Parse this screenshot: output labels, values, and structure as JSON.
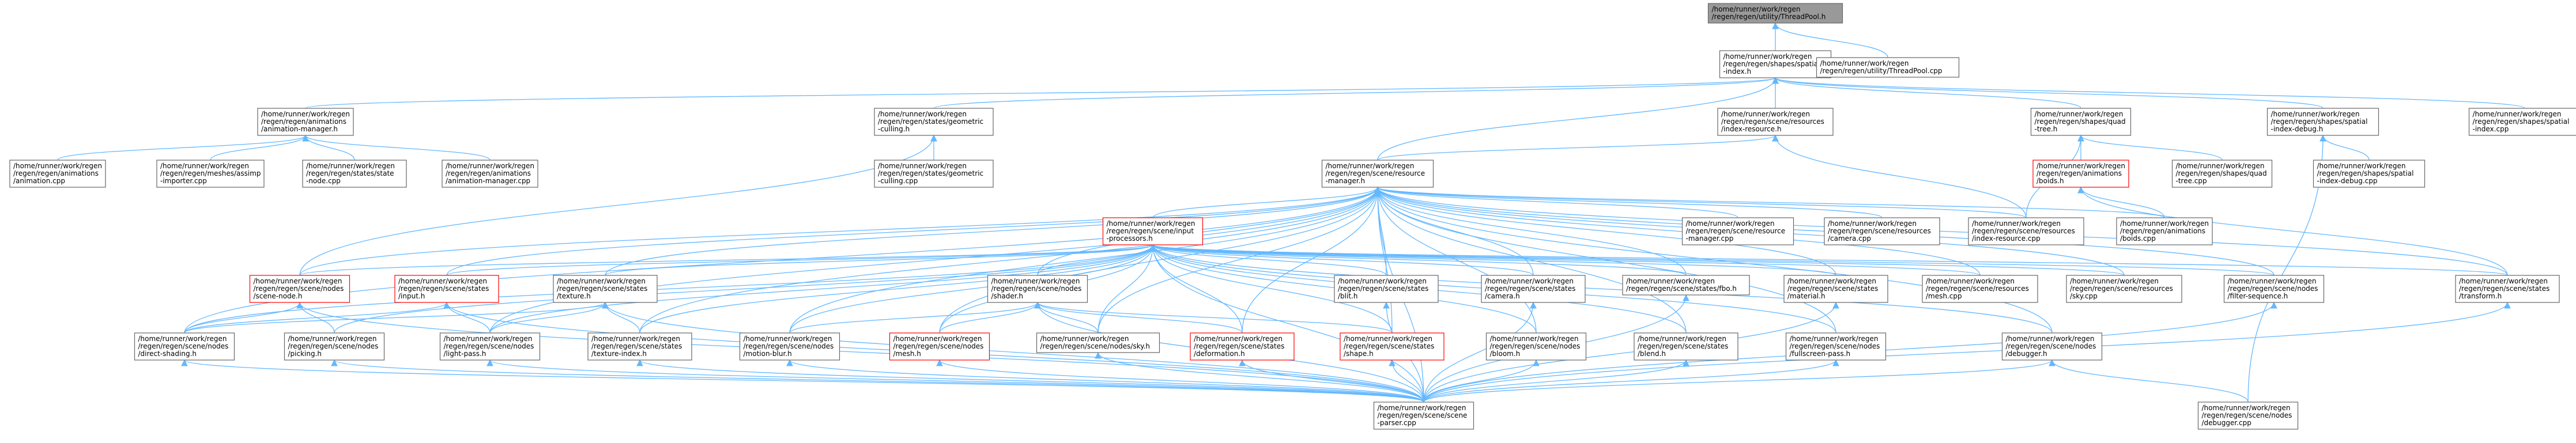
{
  "colors": {
    "edge": "#63b8ff",
    "focus_fill": "#999999",
    "focus_border": "#666666",
    "normal_fill": "#ffffff",
    "normal_border": "#666666",
    "incomplete_border": "#ff0000"
  },
  "nodes": [
    {
      "id": "threadpool",
      "lines": [
        "/home/runner/work/regen",
        "/regen/regen/utility/ThreadPool.h"
      ],
      "style": "focus"
    },
    {
      "id": "spatial_index_h",
      "lines": [
        "/home/runner/work/regen",
        "/regen/regen/shapes/spatial",
        "-index.h"
      ],
      "style": "normal"
    },
    {
      "id": "threadpool_cpp",
      "lines": [
        "/home/runner/work/regen",
        "/regen/regen/utility/ThreadPool.cpp"
      ],
      "style": "normal"
    },
    {
      "id": "anim_manager_h",
      "lines": [
        "/home/runner/work/regen",
        "/regen/regen/animations",
        "/animation-manager.h"
      ],
      "style": "normal"
    },
    {
      "id": "geom_culling_h",
      "lines": [
        "/home/runner/work/regen",
        "/regen/regen/states/geometric",
        "-culling.h"
      ],
      "style": "normal"
    },
    {
      "id": "index_resource_h",
      "lines": [
        "/home/runner/work/regen",
        "/regen/regen/scene/resources",
        "/index-resource.h"
      ],
      "style": "normal"
    },
    {
      "id": "quad_tree_h",
      "lines": [
        "/home/runner/work/regen",
        "/regen/regen/shapes/quad",
        "-tree.h"
      ],
      "style": "normal"
    },
    {
      "id": "spatial_debug_h",
      "lines": [
        "/home/runner/work/regen",
        "/regen/regen/shapes/spatial",
        "-index-debug.h"
      ],
      "style": "normal"
    },
    {
      "id": "spatial_cpp",
      "lines": [
        "/home/runner/work/regen",
        "/regen/regen/shapes/spatial",
        "-index.cpp"
      ],
      "style": "normal"
    },
    {
      "id": "animation_cpp",
      "lines": [
        "/home/runner/work/regen",
        "/regen/regen/animations",
        "/animation.cpp"
      ],
      "style": "normal"
    },
    {
      "id": "assimp_cpp",
      "lines": [
        "/home/runner/work/regen",
        "/regen/regen/meshes/assimp",
        "-importer.cpp"
      ],
      "style": "normal"
    },
    {
      "id": "state_node_cpp",
      "lines": [
        "/home/runner/work/regen",
        "/regen/regen/states/state",
        "-node.cpp"
      ],
      "style": "normal"
    },
    {
      "id": "anim_manager_cpp",
      "lines": [
        "/home/runner/work/regen",
        "/regen/regen/animations",
        "/animation-manager.cpp"
      ],
      "style": "normal"
    },
    {
      "id": "geom_culling_cpp",
      "lines": [
        "/home/runner/work/regen",
        "/regen/regen/states/geometric",
        "-culling.cpp"
      ],
      "style": "normal"
    },
    {
      "id": "resource_manager_h",
      "lines": [
        "/home/runner/work/regen",
        "/regen/regen/scene/resource",
        "-manager.h"
      ],
      "style": "normal"
    },
    {
      "id": "boids_h",
      "lines": [
        "/home/runner/work/regen",
        "/regen/regen/animations",
        "/boids.h"
      ],
      "style": "incomplete"
    },
    {
      "id": "quad_tree_cpp",
      "lines": [
        "/home/runner/work/regen",
        "/regen/regen/shapes/quad",
        "-tree.cpp"
      ],
      "style": "normal"
    },
    {
      "id": "spatial_debug_cpp",
      "lines": [
        "/home/runner/work/regen",
        "/regen/regen/shapes/spatial",
        "-index-debug.cpp"
      ],
      "style": "normal"
    },
    {
      "id": "input_processors_h",
      "lines": [
        "/home/runner/work/regen",
        "/regen/regen/scene/input",
        "-processors.h"
      ],
      "style": "incomplete"
    },
    {
      "id": "res_manager_cpp",
      "lines": [
        "/home/runner/work/regen",
        "/regen/regen/scene/resource",
        "-manager.cpp"
      ],
      "style": "normal"
    },
    {
      "id": "camera_res_cpp",
      "lines": [
        "/home/runner/work/regen",
        "/regen/regen/scene/resources",
        "/camera.cpp"
      ],
      "style": "normal"
    },
    {
      "id": "index_resource_cpp",
      "lines": [
        "/home/runner/work/regen",
        "/regen/regen/scene/resources",
        "/index-resource.cpp"
      ],
      "style": "normal"
    },
    {
      "id": "boids_cpp",
      "lines": [
        "/home/runner/work/regen",
        "/regen/regen/animations",
        "/boids.cpp"
      ],
      "style": "normal"
    },
    {
      "id": "scene_node_h",
      "lines": [
        "/home/runner/work/regen",
        "/regen/regen/scene/nodes",
        "/scene-node.h"
      ],
      "style": "incomplete"
    },
    {
      "id": "input_h",
      "lines": [
        "/home/runner/work/regen",
        "/regen/regen/scene/states",
        "/input.h"
      ],
      "style": "incomplete"
    },
    {
      "id": "texture_h",
      "lines": [
        "/home/runner/work/regen",
        "/regen/regen/scene/states",
        "/texture.h"
      ],
      "style": "normal"
    },
    {
      "id": "shader_h",
      "lines": [
        "/home/runner/work/regen",
        "/regen/regen/scene/nodes",
        "/shader.h"
      ],
      "style": "normal"
    },
    {
      "id": "blit_h",
      "lines": [
        "/home/runner/work/regen",
        "/regen/regen/scene/states",
        "/blit.h"
      ],
      "style": "normal"
    },
    {
      "id": "camera_h",
      "lines": [
        "/home/runner/work/regen",
        "/regen/regen/scene/states",
        "/camera.h"
      ],
      "style": "normal"
    },
    {
      "id": "fbo_h",
      "lines": [
        "/home/runner/work/regen",
        "/regen/regen/scene/states/fbo.h"
      ],
      "style": "normal"
    },
    {
      "id": "material_h",
      "lines": [
        "/home/runner/work/regen",
        "/regen/regen/scene/states",
        "/material.h"
      ],
      "style": "normal"
    },
    {
      "id": "mesh_cpp",
      "lines": [
        "/home/runner/work/regen",
        "/regen/regen/scene/resources",
        "/mesh.cpp"
      ],
      "style": "normal"
    },
    {
      "id": "sky_cpp",
      "lines": [
        "/home/runner/work/regen",
        "/regen/regen/scene/resources",
        "/sky.cpp"
      ],
      "style": "normal"
    },
    {
      "id": "filter_seq_h",
      "lines": [
        "/home/runner/work/regen",
        "/regen/regen/scene/nodes",
        "/filter-sequence.h"
      ],
      "style": "normal"
    },
    {
      "id": "transform_h",
      "lines": [
        "/home/runner/work/regen",
        "/regen/regen/scene/states",
        "/transform.h"
      ],
      "style": "normal"
    },
    {
      "id": "direct_shading_h",
      "lines": [
        "/home/runner/work/regen",
        "/regen/regen/scene/nodes",
        "/direct-shading.h"
      ],
      "style": "normal"
    },
    {
      "id": "picking_h",
      "lines": [
        "/home/runner/work/regen",
        "/regen/regen/scene/nodes",
        "/picking.h"
      ],
      "style": "normal"
    },
    {
      "id": "light_pass_h",
      "lines": [
        "/home/runner/work/regen",
        "/regen/regen/scene/nodes",
        "/light-pass.h"
      ],
      "style": "normal"
    },
    {
      "id": "texture_index_h",
      "lines": [
        "/home/runner/work/regen",
        "/regen/regen/scene/states",
        "/texture-index.h"
      ],
      "style": "normal"
    },
    {
      "id": "motion_blur_h",
      "lines": [
        "/home/runner/work/regen",
        "/regen/regen/scene/nodes",
        "/motion-blur.h"
      ],
      "style": "normal"
    },
    {
      "id": "mesh_h",
      "lines": [
        "/home/runner/work/regen",
        "/regen/regen/scene/nodes",
        "/mesh.h"
      ],
      "style": "incomplete"
    },
    {
      "id": "sky_h",
      "lines": [
        "/home/runner/work/regen",
        "/regen/regen/scene/nodes/sky.h"
      ],
      "style": "normal"
    },
    {
      "id": "deformation_h",
      "lines": [
        "/home/runner/work/regen",
        "/regen/regen/scene/states",
        "/deformation.h"
      ],
      "style": "incomplete"
    },
    {
      "id": "shape_h",
      "lines": [
        "/home/runner/work/regen",
        "/regen/regen/scene/states",
        "/shape.h"
      ],
      "style": "incomplete"
    },
    {
      "id": "bloom_h",
      "lines": [
        "/home/runner/work/regen",
        "/regen/regen/scene/nodes",
        "/bloom.h"
      ],
      "style": "normal"
    },
    {
      "id": "blend_h",
      "lines": [
        "/home/runner/work/regen",
        "/regen/regen/scene/states",
        "/blend.h"
      ],
      "style": "normal"
    },
    {
      "id": "fullscreen_h",
      "lines": [
        "/home/runner/work/regen",
        "/regen/regen/scene/nodes",
        "/fullscreen-pass.h"
      ],
      "style": "normal"
    },
    {
      "id": "debugger_h",
      "lines": [
        "/home/runner/work/regen",
        "/regen/regen/scene/nodes",
        "/debugger.h"
      ],
      "style": "normal"
    },
    {
      "id": "scene_parser_cpp",
      "lines": [
        "/home/runner/work/regen",
        "/regen/regen/scene/scene",
        "-parser.cpp"
      ],
      "style": "normal"
    },
    {
      "id": "debugger_cpp",
      "lines": [
        "/home/runner/work/regen",
        "/regen/regen/scene/nodes",
        "/debugger.cpp"
      ],
      "style": "normal"
    }
  ],
  "edges": [
    [
      "threadpool",
      "spatial_index_h"
    ],
    [
      "threadpool",
      "threadpool_cpp"
    ],
    [
      "spatial_index_h",
      "anim_manager_h"
    ],
    [
      "spatial_index_h",
      "geom_culling_h"
    ],
    [
      "spatial_index_h",
      "index_resource_h"
    ],
    [
      "spatial_index_h",
      "quad_tree_h"
    ],
    [
      "spatial_index_h",
      "spatial_debug_h"
    ],
    [
      "spatial_index_h",
      "spatial_cpp"
    ],
    [
      "spatial_index_h",
      "resource_manager_h"
    ],
    [
      "anim_manager_h",
      "animation_cpp"
    ],
    [
      "anim_manager_h",
      "assimp_cpp"
    ],
    [
      "anim_manager_h",
      "state_node_cpp"
    ],
    [
      "anim_manager_h",
      "anim_manager_cpp"
    ],
    [
      "geom_culling_h",
      "geom_culling_cpp"
    ],
    [
      "geom_culling_h",
      "scene_node_h"
    ],
    [
      "index_resource_h",
      "resource_manager_h"
    ],
    [
      "index_resource_h",
      "index_resource_cpp"
    ],
    [
      "quad_tree_h",
      "boids_h"
    ],
    [
      "quad_tree_h",
      "quad_tree_cpp"
    ],
    [
      "quad_tree_h",
      "index_resource_cpp"
    ],
    [
      "spatial_debug_h",
      "spatial_debug_cpp"
    ],
    [
      "spatial_debug_h",
      "debugger_cpp"
    ],
    [
      "boids_h",
      "boids_cpp"
    ],
    [
      "boids_h",
      "transform_h"
    ],
    [
      "resource_manager_h",
      "input_processors_h"
    ],
    [
      "resource_manager_h",
      "res_manager_cpp"
    ],
    [
      "resource_manager_h",
      "camera_res_cpp"
    ],
    [
      "resource_manager_h",
      "index_resource_cpp"
    ],
    [
      "resource_manager_h",
      "boids_cpp"
    ],
    [
      "resource_manager_h",
      "scene_node_h"
    ],
    [
      "resource_manager_h",
      "input_h"
    ],
    [
      "resource_manager_h",
      "texture_h"
    ],
    [
      "resource_manager_h",
      "shader_h"
    ],
    [
      "resource_manager_h",
      "blit_h"
    ],
    [
      "resource_manager_h",
      "camera_h"
    ],
    [
      "resource_manager_h",
      "fbo_h"
    ],
    [
      "resource_manager_h",
      "material_h"
    ],
    [
      "resource_manager_h",
      "mesh_cpp"
    ],
    [
      "resource_manager_h",
      "sky_cpp"
    ],
    [
      "resource_manager_h",
      "filter_seq_h"
    ],
    [
      "resource_manager_h",
      "transform_h"
    ],
    [
      "resource_manager_h",
      "direct_shading_h"
    ],
    [
      "resource_manager_h",
      "light_pass_h"
    ],
    [
      "resource_manager_h",
      "texture_index_h"
    ],
    [
      "resource_manager_h",
      "motion_blur_h"
    ],
    [
      "resource_manager_h",
      "mesh_h"
    ],
    [
      "resource_manager_h",
      "sky_h"
    ],
    [
      "resource_manager_h",
      "deformation_h"
    ],
    [
      "resource_manager_h",
      "shape_h"
    ],
    [
      "resource_manager_h",
      "bloom_h"
    ],
    [
      "resource_manager_h",
      "blend_h"
    ],
    [
      "resource_manager_h",
      "fullscreen_h"
    ],
    [
      "resource_manager_h",
      "debugger_h"
    ],
    [
      "resource_manager_h",
      "scene_parser_cpp"
    ],
    [
      "input_processors_h",
      "scene_node_h"
    ],
    [
      "input_processors_h",
      "input_h"
    ],
    [
      "input_processors_h",
      "texture_h"
    ],
    [
      "input_processors_h",
      "shader_h"
    ],
    [
      "input_processors_h",
      "blit_h"
    ],
    [
      "input_processors_h",
      "camera_h"
    ],
    [
      "input_processors_h",
      "fbo_h"
    ],
    [
      "input_processors_h",
      "material_h"
    ],
    [
      "input_processors_h",
      "mesh_cpp"
    ],
    [
      "input_processors_h",
      "sky_cpp"
    ],
    [
      "input_processors_h",
      "filter_seq_h"
    ],
    [
      "input_processors_h",
      "transform_h"
    ],
    [
      "input_processors_h",
      "direct_shading_h"
    ],
    [
      "input_processors_h",
      "picking_h"
    ],
    [
      "input_processors_h",
      "light_pass_h"
    ],
    [
      "input_processors_h",
      "texture_index_h"
    ],
    [
      "input_processors_h",
      "motion_blur_h"
    ],
    [
      "input_processors_h",
      "mesh_h"
    ],
    [
      "input_processors_h",
      "sky_h"
    ],
    [
      "input_processors_h",
      "deformation_h"
    ],
    [
      "input_processors_h",
      "shape_h"
    ],
    [
      "input_processors_h",
      "bloom_h"
    ],
    [
      "input_processors_h",
      "blend_h"
    ],
    [
      "input_processors_h",
      "fullscreen_h"
    ],
    [
      "input_processors_h",
      "debugger_h"
    ],
    [
      "input_processors_h",
      "scene_parser_cpp"
    ],
    [
      "scene_node_h",
      "direct_shading_h"
    ],
    [
      "scene_node_h",
      "picking_h"
    ],
    [
      "scene_node_h",
      "scene_parser_cpp"
    ],
    [
      "input_h",
      "direct_shading_h"
    ],
    [
      "input_h",
      "light_pass_h"
    ],
    [
      "input_h",
      "scene_parser_cpp"
    ],
    [
      "texture_h",
      "direct_shading_h"
    ],
    [
      "texture_h",
      "light_pass_h"
    ],
    [
      "texture_h",
      "texture_index_h"
    ],
    [
      "texture_h",
      "scene_parser_cpp"
    ],
    [
      "shader_h",
      "motion_blur_h"
    ],
    [
      "shader_h",
      "mesh_h"
    ],
    [
      "shader_h",
      "sky_h"
    ],
    [
      "shader_h",
      "deformation_h"
    ],
    [
      "shader_h",
      "shape_h"
    ],
    [
      "shader_h",
      "scene_parser_cpp"
    ],
    [
      "blit_h",
      "scene_parser_cpp"
    ],
    [
      "camera_h",
      "scene_parser_cpp"
    ],
    [
      "fbo_h",
      "scene_parser_cpp"
    ],
    [
      "material_h",
      "scene_parser_cpp"
    ],
    [
      "filter_seq_h",
      "scene_parser_cpp"
    ],
    [
      "transform_h",
      "scene_parser_cpp"
    ],
    [
      "direct_shading_h",
      "scene_parser_cpp"
    ],
    [
      "picking_h",
      "scene_parser_cpp"
    ],
    [
      "light_pass_h",
      "scene_parser_cpp"
    ],
    [
      "texture_index_h",
      "scene_parser_cpp"
    ],
    [
      "motion_blur_h",
      "scene_parser_cpp"
    ],
    [
      "mesh_h",
      "scene_parser_cpp"
    ],
    [
      "sky_h",
      "scene_parser_cpp"
    ],
    [
      "deformation_h",
      "scene_parser_cpp"
    ],
    [
      "shape_h",
      "scene_parser_cpp"
    ],
    [
      "bloom_h",
      "scene_parser_cpp"
    ],
    [
      "blend_h",
      "scene_parser_cpp"
    ],
    [
      "fullscreen_h",
      "scene_parser_cpp"
    ],
    [
      "debugger_h",
      "scene_parser_cpp"
    ],
    [
      "debugger_h",
      "debugger_cpp"
    ]
  ]
}
